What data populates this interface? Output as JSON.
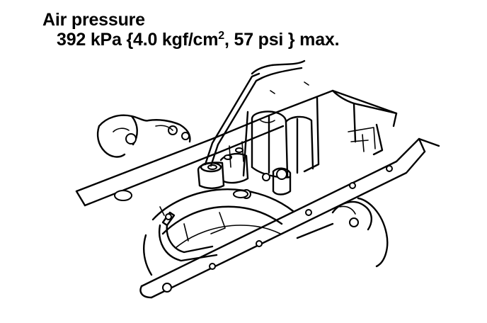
{
  "caption": {
    "title": "Air pressure",
    "spec_main": "392 kPa {4.0 kgf/cm",
    "spec_sup": "2",
    "spec_rest": ", 57 psi } max."
  },
  "figure": {
    "subject": "transmission-case-valve-body-air-test"
  }
}
